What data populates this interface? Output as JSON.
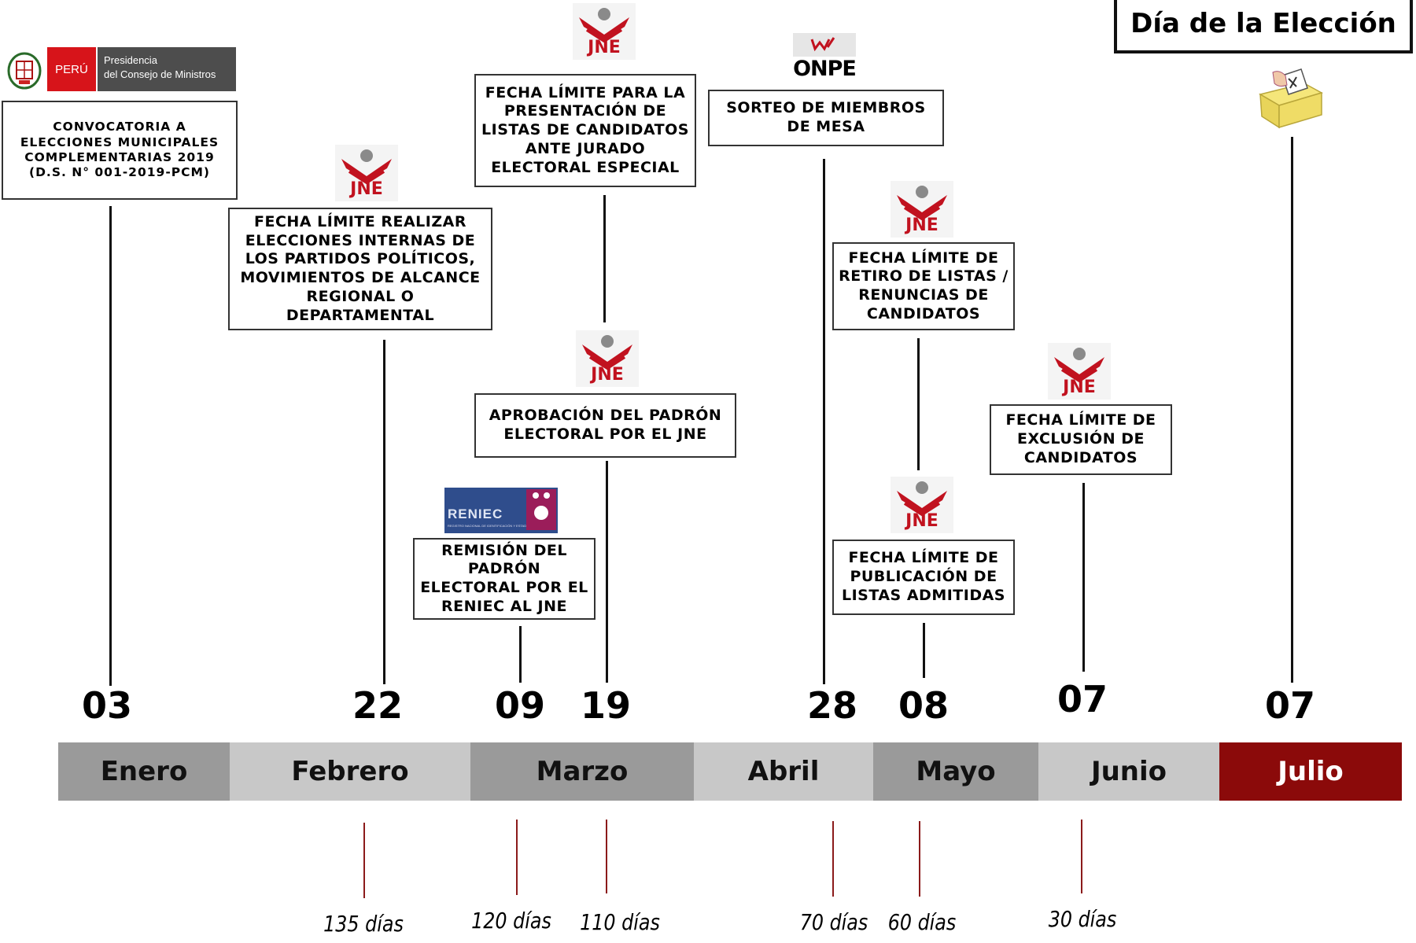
{
  "title": "Día de la Elección",
  "pcm_logo": {
    "country": "PERÚ",
    "line1": "Presidencia",
    "line2": "del Consejo de Ministros"
  },
  "onpe_label": "ONPE",
  "reniec_label": "RENIEC",
  "reniec_subtitle": "REGISTRO NACIONAL DE IDENTIFICACIÓN Y ESTADO CIVIL",
  "jne_label": "JNE",
  "events": [
    {
      "text": "CONVOCATORIA A\nELECCIONES MUNICIPALES\nCOMPLEMENTARIAS 2019\n(D.S. N° 001-2019-PCM)",
      "day": "03"
    },
    {
      "text": "FECHA LÍMITE REALIZAR\nELECCIONES INTERNAS DE\nLOS PARTIDOS POLÍTICOS,\nMOVIMIENTOS DE ALCANCE\nREGIONAL O\nDEPARTAMENTAL",
      "day": "22"
    },
    {
      "text": "REMISIÓN DEL\nPADRÓN\nELECTORAL POR EL\nRENIEC AL JNE",
      "day": "09"
    },
    {
      "text": "APROBACIÓN DEL PADRÓN\nELECTORAL POR EL JNE",
      "day": "19"
    },
    {
      "text": "FECHA LÍMITE PARA LA\nPRESENTACIÓN DE\nLISTAS DE CANDIDATOS\nANTE JURADO\nELECTORAL ESPECIAL",
      "day": ""
    },
    {
      "text": "SORTEO DE MIEMBROS\nDE MESA",
      "day": "28"
    },
    {
      "text": "FECHA LÍMITE DE\nRETIRO DE LISTAS /\nRENUNCIAS DE\nCANDIDATOS",
      "day": "08"
    },
    {
      "text": "FECHA LÍMITE DE\nPUBLICACIÓN DE\nLISTAS ADMITIDAS",
      "day": ""
    },
    {
      "text": "FECHA LÍMITE DE\nEXCLUSIÓN DE\nCANDIDATOS",
      "day": "07"
    },
    {
      "text": "",
      "day": "07"
    }
  ],
  "months": [
    {
      "label": "Enero",
      "color": "#9a9a9a",
      "text_color": "#111111"
    },
    {
      "label": "Febrero",
      "color": "#c8c8c8",
      "text_color": "#111111"
    },
    {
      "label": "Marzo",
      "color": "#9a9a9a",
      "text_color": "#111111"
    },
    {
      "label": "Abril",
      "color": "#c8c8c8",
      "text_color": "#111111"
    },
    {
      "label": "Mayo",
      "color": "#9a9a9a",
      "text_color": "#111111"
    },
    {
      "label": "Junio",
      "color": "#c8c8c8",
      "text_color": "#111111"
    },
    {
      "label": "Julio",
      "color": "#8b0a0a",
      "text_color": "#ffffff"
    }
  ],
  "countdown": [
    "135 días",
    "120 días",
    "110 días",
    "70 días",
    "60 días",
    "30 días"
  ]
}
